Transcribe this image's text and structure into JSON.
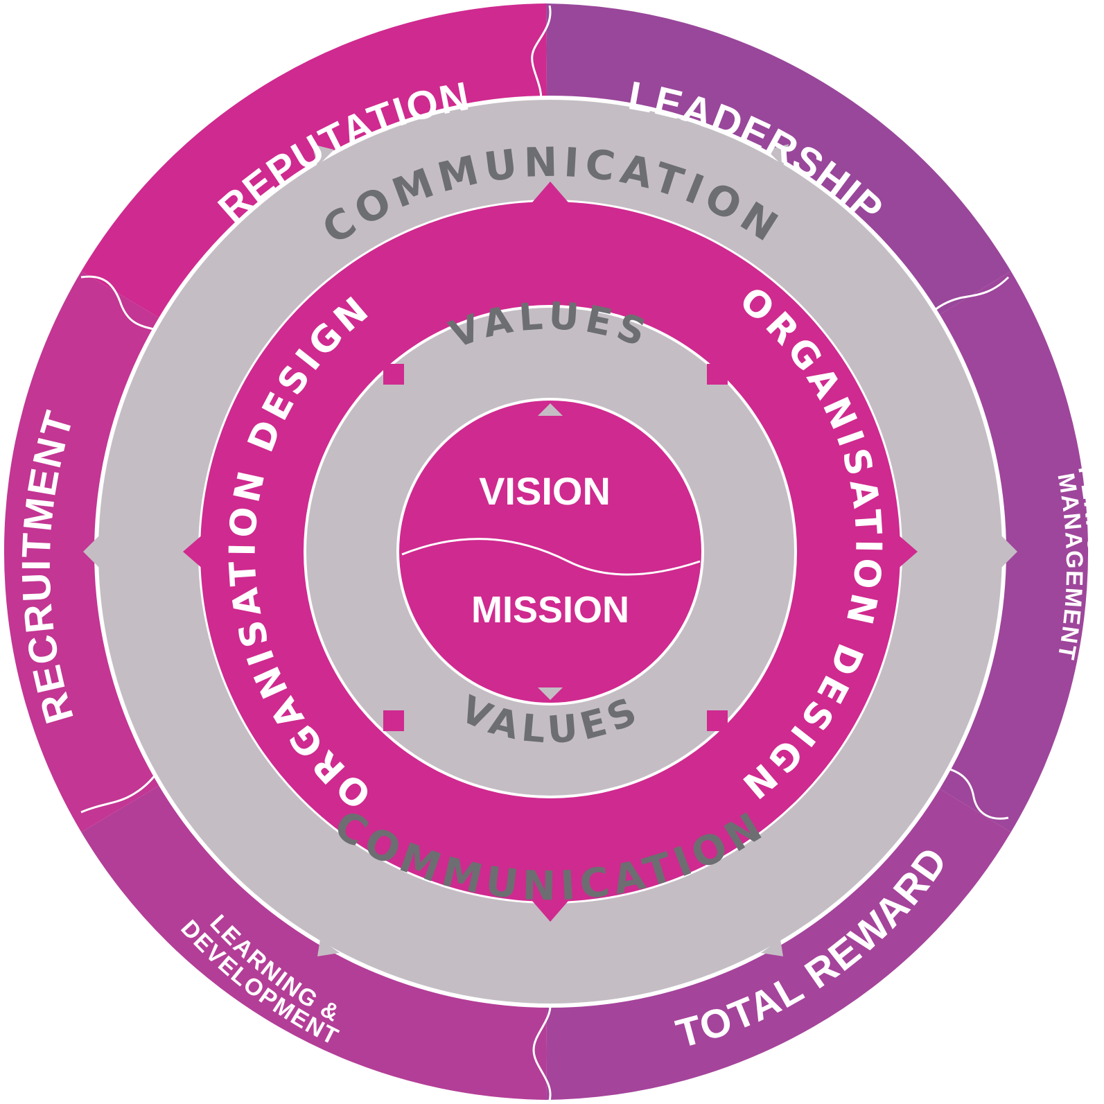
{
  "colors": {
    "magenta": "#cf2a8f",
    "purple": "#99479a",
    "purple_light": "#a5449b",
    "grey": "#c4bec4",
    "grey_text": "#6d6e71",
    "white": "#ffffff"
  },
  "outer_ring": {
    "segments": [
      {
        "label": "REPUTATION",
        "color": "#cf2a8f"
      },
      {
        "label": "LEADERSHIP",
        "color": "#99479a"
      },
      {
        "label_line1": "PERFORMANCE",
        "label_line2": "MANAGEMENT",
        "color": "#9e469b"
      },
      {
        "label": "TOTAL REWARD",
        "color": "#a5449b"
      },
      {
        "label_line1": "LEARNING &",
        "label_line2": "DEVELOPMENT",
        "color": "#b33e97"
      },
      {
        "label": "RECRUITMENT",
        "color": "#c33693"
      }
    ]
  },
  "communication_ring": {
    "top_label": "COMMUNICATION",
    "bottom_label": "COMMUNICATION"
  },
  "organisation_ring": {
    "left_label": "ORGANISATION DESIGN",
    "right_label": "ORGANISATION DESIGN"
  },
  "values_ring": {
    "top_label": "VALUES",
    "bottom_label": "VALUES"
  },
  "core": {
    "vision_label": "VISION",
    "mission_label": "MISSION"
  }
}
